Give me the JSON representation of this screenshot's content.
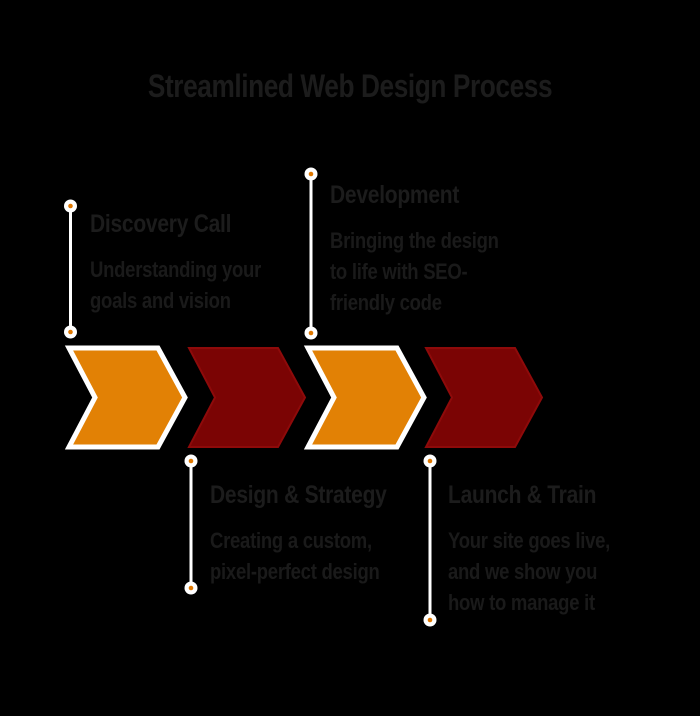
{
  "title": "Streamlined Web Design Process",
  "colors": {
    "background": "#000000",
    "orange": "#e28105",
    "maroon": "#7b0404",
    "white": "#ffffff",
    "dot": "#e07800",
    "title_text": "#1c1c1c",
    "heading_text": "#1c1c1c",
    "body_text": "#1a1a1a"
  },
  "steps": [
    {
      "label": "Discovery Call",
      "description": "Understanding your\ngoals and vision",
      "label_position": "top",
      "chevron_color": "orange"
    },
    {
      "label": "Design & Strategy",
      "description": "Creating a custom,\npixel-perfect design",
      "label_position": "bottom",
      "chevron_color": "maroon"
    },
    {
      "label": "Development",
      "description": "Bringing the design\nto life with SEO-\nfriendly code",
      "label_position": "top",
      "chevron_color": "orange"
    },
    {
      "label": "Launch & Train",
      "description": "Your site goes live,\nand we show you\nhow to manage it",
      "label_position": "bottom",
      "chevron_color": "maroon"
    }
  ]
}
